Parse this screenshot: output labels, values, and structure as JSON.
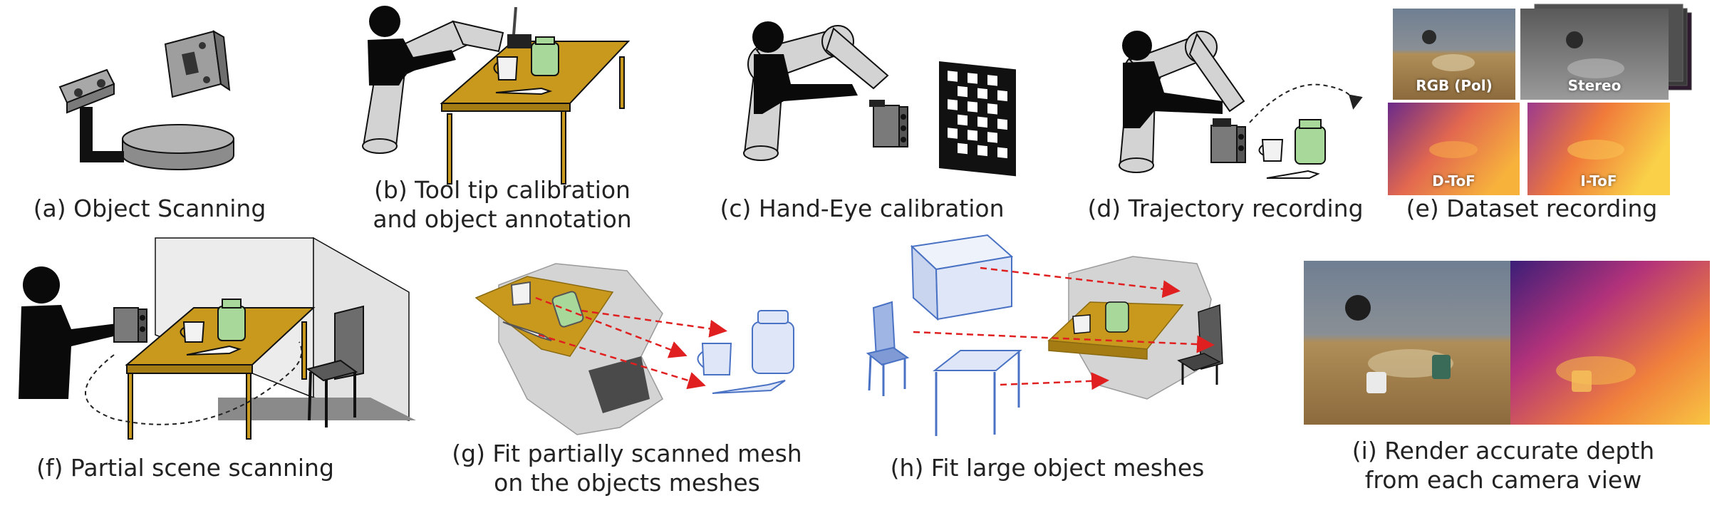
{
  "colors": {
    "table_top": "#c9991e",
    "robot_arm": "#d3d3d3",
    "person": "#0a0a0a",
    "mug_green": "#a9d99a",
    "chair": "#6d6d6d",
    "fit_blue": "#4a72c4",
    "arrow_red": "#e02020",
    "wall_gray": "#ececec",
    "floor_gray": "#8a8a8a"
  },
  "panels": {
    "a": {
      "caption": "(a) Object Scanning"
    },
    "b": {
      "caption": "(b) Tool tip calibration\nand object annotation"
    },
    "c": {
      "caption": "(c) Hand-Eye calibration"
    },
    "d": {
      "caption": "(d) Trajectory recording"
    },
    "e": {
      "caption": "(e) Dataset recording",
      "thumbs": {
        "rgb": "RGB (Pol)",
        "stereo": "Stereo",
        "dtof": "D-ToF",
        "itof": "I-ToF"
      }
    },
    "f": {
      "caption": "(f) Partial scene scanning"
    },
    "g": {
      "caption": "(g) Fit partially scanned mesh\non the objects meshes"
    },
    "h": {
      "caption": "(h) Fit large object meshes"
    },
    "i": {
      "caption": "(i) Render accurate depth\nfrom each camera view"
    }
  }
}
